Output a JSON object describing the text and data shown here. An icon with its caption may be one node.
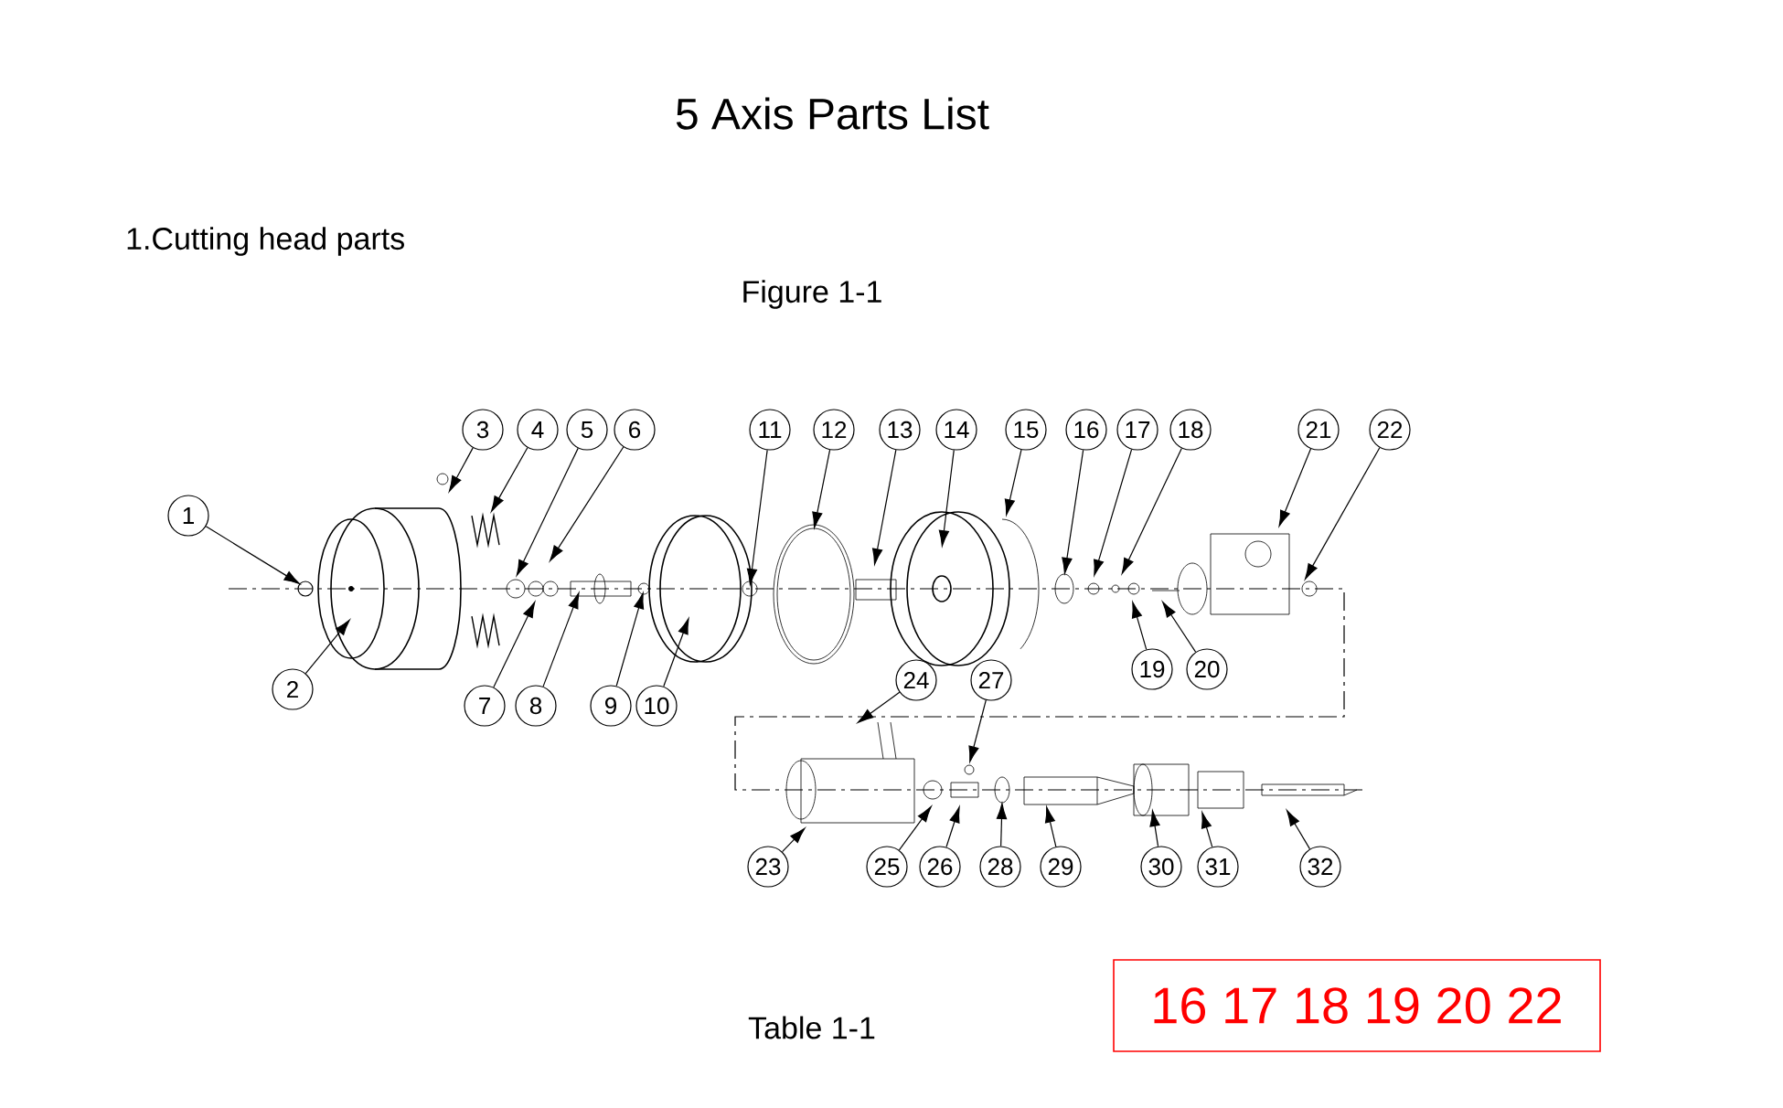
{
  "diagram": {
    "title": "5 Axis Parts List",
    "nodes": [
      {
        "text": [
          "1"
        ]
      },
      {
        "text": [
          "2"
        ]
      },
      {
        "text": [
          "3"
        ]
      },
      {
        "text": [
          "4"
        ]
      },
      {
        "text": [
          "5"
        ]
      },
      {
        "text": [
          "6"
        ]
      },
      {
        "text": [
          "7"
        ]
      },
      {
        "text": [
          "8"
        ]
      },
      {
        "text": [
          "9"
        ]
      },
      {
        "text": [
          "10"
        ]
      },
      {
        "text": [
          "11"
        ]
      },
      {
        "text": [
          "12"
        ]
      },
      {
        "text": [
          "13"
        ]
      },
      {
        "text": [
          "14"
        ]
      },
      {
        "text": [
          "15"
        ]
      },
      {
        "text": [
          "16"
        ]
      },
      {
        "text": [
          "17"
        ]
      },
      {
        "text": [
          "18"
        ]
      },
      {
        "text": [
          "19"
        ]
      },
      {
        "text": [
          "20"
        ]
      },
      {
        "text": [
          "21"
        ]
      },
      {
        "text": [
          "22"
        ]
      },
      {
        "text": [
          "23"
        ]
      },
      {
        "text": [
          "24"
        ]
      },
      {
        "text": [
          "25"
        ]
      },
      {
        "text": [
          "26"
        ]
      },
      {
        "text": [
          "27"
        ]
      },
      {
        "text": [
          "28"
        ]
      },
      {
        "text": [
          "29"
        ]
      },
      {
        "text": [
          "30"
        ]
      },
      {
        "text": [
          "31"
        ]
      },
      {
        "text": [
          "32"
        ]
      },
      {
        "text": [
          "16 17 18 19 20 22"
        ]
      }
    ],
    "edges": [
      {
        "from": 0,
        "to": null,
        "arrow": "to"
      },
      {
        "from": 1,
        "to": null,
        "arrow": "to"
      },
      {
        "from": 2,
        "to": null,
        "arrow": "to"
      },
      {
        "from": 3,
        "to": null,
        "arrow": "to"
      },
      {
        "from": 4,
        "to": null,
        "arrow": "to"
      },
      {
        "from": 5,
        "to": null,
        "arrow": "to"
      },
      {
        "from": 6,
        "to": null,
        "arrow": "to"
      },
      {
        "from": 7,
        "to": null,
        "arrow": "to"
      },
      {
        "from": 8,
        "to": null,
        "arrow": "to"
      },
      {
        "from": 9,
        "to": null,
        "arrow": "to"
      },
      {
        "from": 10,
        "to": null,
        "arrow": "to"
      },
      {
        "from": 11,
        "to": null,
        "arrow": "to"
      },
      {
        "from": 12,
        "to": null,
        "arrow": "to"
      },
      {
        "from": 13,
        "to": null,
        "arrow": "to"
      },
      {
        "from": 14,
        "to": null,
        "arrow": "to"
      },
      {
        "from": 15,
        "to": null,
        "arrow": "to"
      },
      {
        "from": 16,
        "to": null,
        "arrow": "to"
      },
      {
        "from": 17,
        "to": null,
        "arrow": "to"
      },
      {
        "from": 18,
        "to": null,
        "arrow": "to"
      },
      {
        "from": 19,
        "to": null,
        "arrow": "to"
      },
      {
        "from": 20,
        "to": null,
        "arrow": "to"
      },
      {
        "from": 21,
        "to": null,
        "arrow": "to"
      },
      {
        "from": 22,
        "to": null,
        "arrow": "to"
      },
      {
        "from": 23,
        "to": null,
        "arrow": "to"
      },
      {
        "from": 24,
        "to": null,
        "arrow": "to"
      },
      {
        "from": 25,
        "to": null,
        "arrow": "to"
      },
      {
        "from": 26,
        "to": null,
        "arrow": "to"
      },
      {
        "from": 27,
        "to": null,
        "arrow": "to"
      },
      {
        "from": 28,
        "to": null,
        "arrow": "to"
      },
      {
        "from": 29,
        "to": null,
        "arrow": "to"
      },
      {
        "from": 30,
        "to": null,
        "arrow": "to"
      },
      {
        "from": 31,
        "to": null,
        "arrow": "to"
      }
    ],
    "labels": [
      "1.Cutting head parts",
      "Figure 1-1",
      "Table 1-1"
    ]
  }
}
